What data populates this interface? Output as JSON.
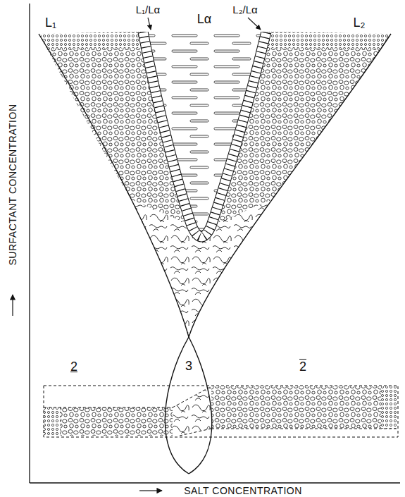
{
  "diagram": {
    "labels": [
      "L₁/Lα",
      "L₂/Lα",
      "L₁",
      "Lα",
      "L₂",
      "SURFACTANT CONCENTRATION",
      "SALT CONCENTRATION",
      "2",
      "3",
      "2"
    ]
  }
}
